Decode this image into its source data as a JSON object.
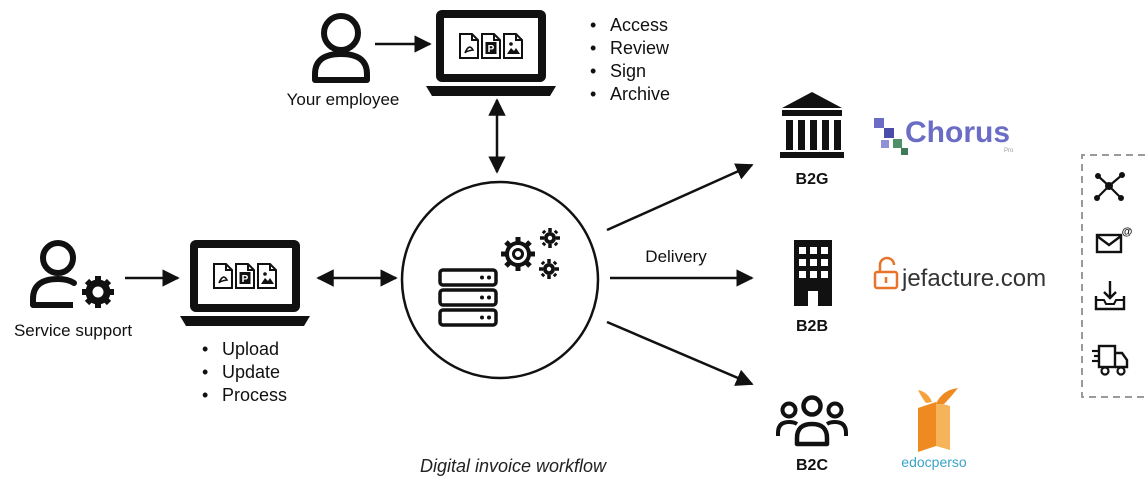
{
  "employee": {
    "label": "Your employee",
    "actions": [
      "Access",
      "Review",
      "Sign",
      "Archive"
    ]
  },
  "support": {
    "label": "Service support",
    "actions": [
      "Upload",
      "Update",
      "Process"
    ]
  },
  "delivery_label": "Delivery",
  "channels": [
    {
      "code": "B2G",
      "logo_text": "Chorus",
      "logo_sub": "Pro"
    },
    {
      "code": "B2B",
      "logo_text": "jefacture.com"
    },
    {
      "code": "B2C",
      "logo_text": "edocperso"
    }
  ],
  "caption": "Digital invoice workflow",
  "icons": [
    "person-icon",
    "laptop-icon",
    "pdf-file-icon",
    "p-file-icon",
    "image-file-icon",
    "server-icon",
    "gear-icon",
    "government-building-icon",
    "office-building-icon",
    "group-icon",
    "network-icon",
    "email-at-icon",
    "inbox-download-icon",
    "delivery-truck-icon",
    "lock-icon",
    "folder-logo-icon"
  ],
  "colors": {
    "ink": "#111111",
    "chorus_blue": "#6a6cc6",
    "chorus_green": "#4f8f6a",
    "jefacture_orange": "#e8742c",
    "edoc_orange": "#ee8a1f",
    "edoc_blue": "#3aa3c7",
    "panel_border": "#9a9a9a"
  }
}
